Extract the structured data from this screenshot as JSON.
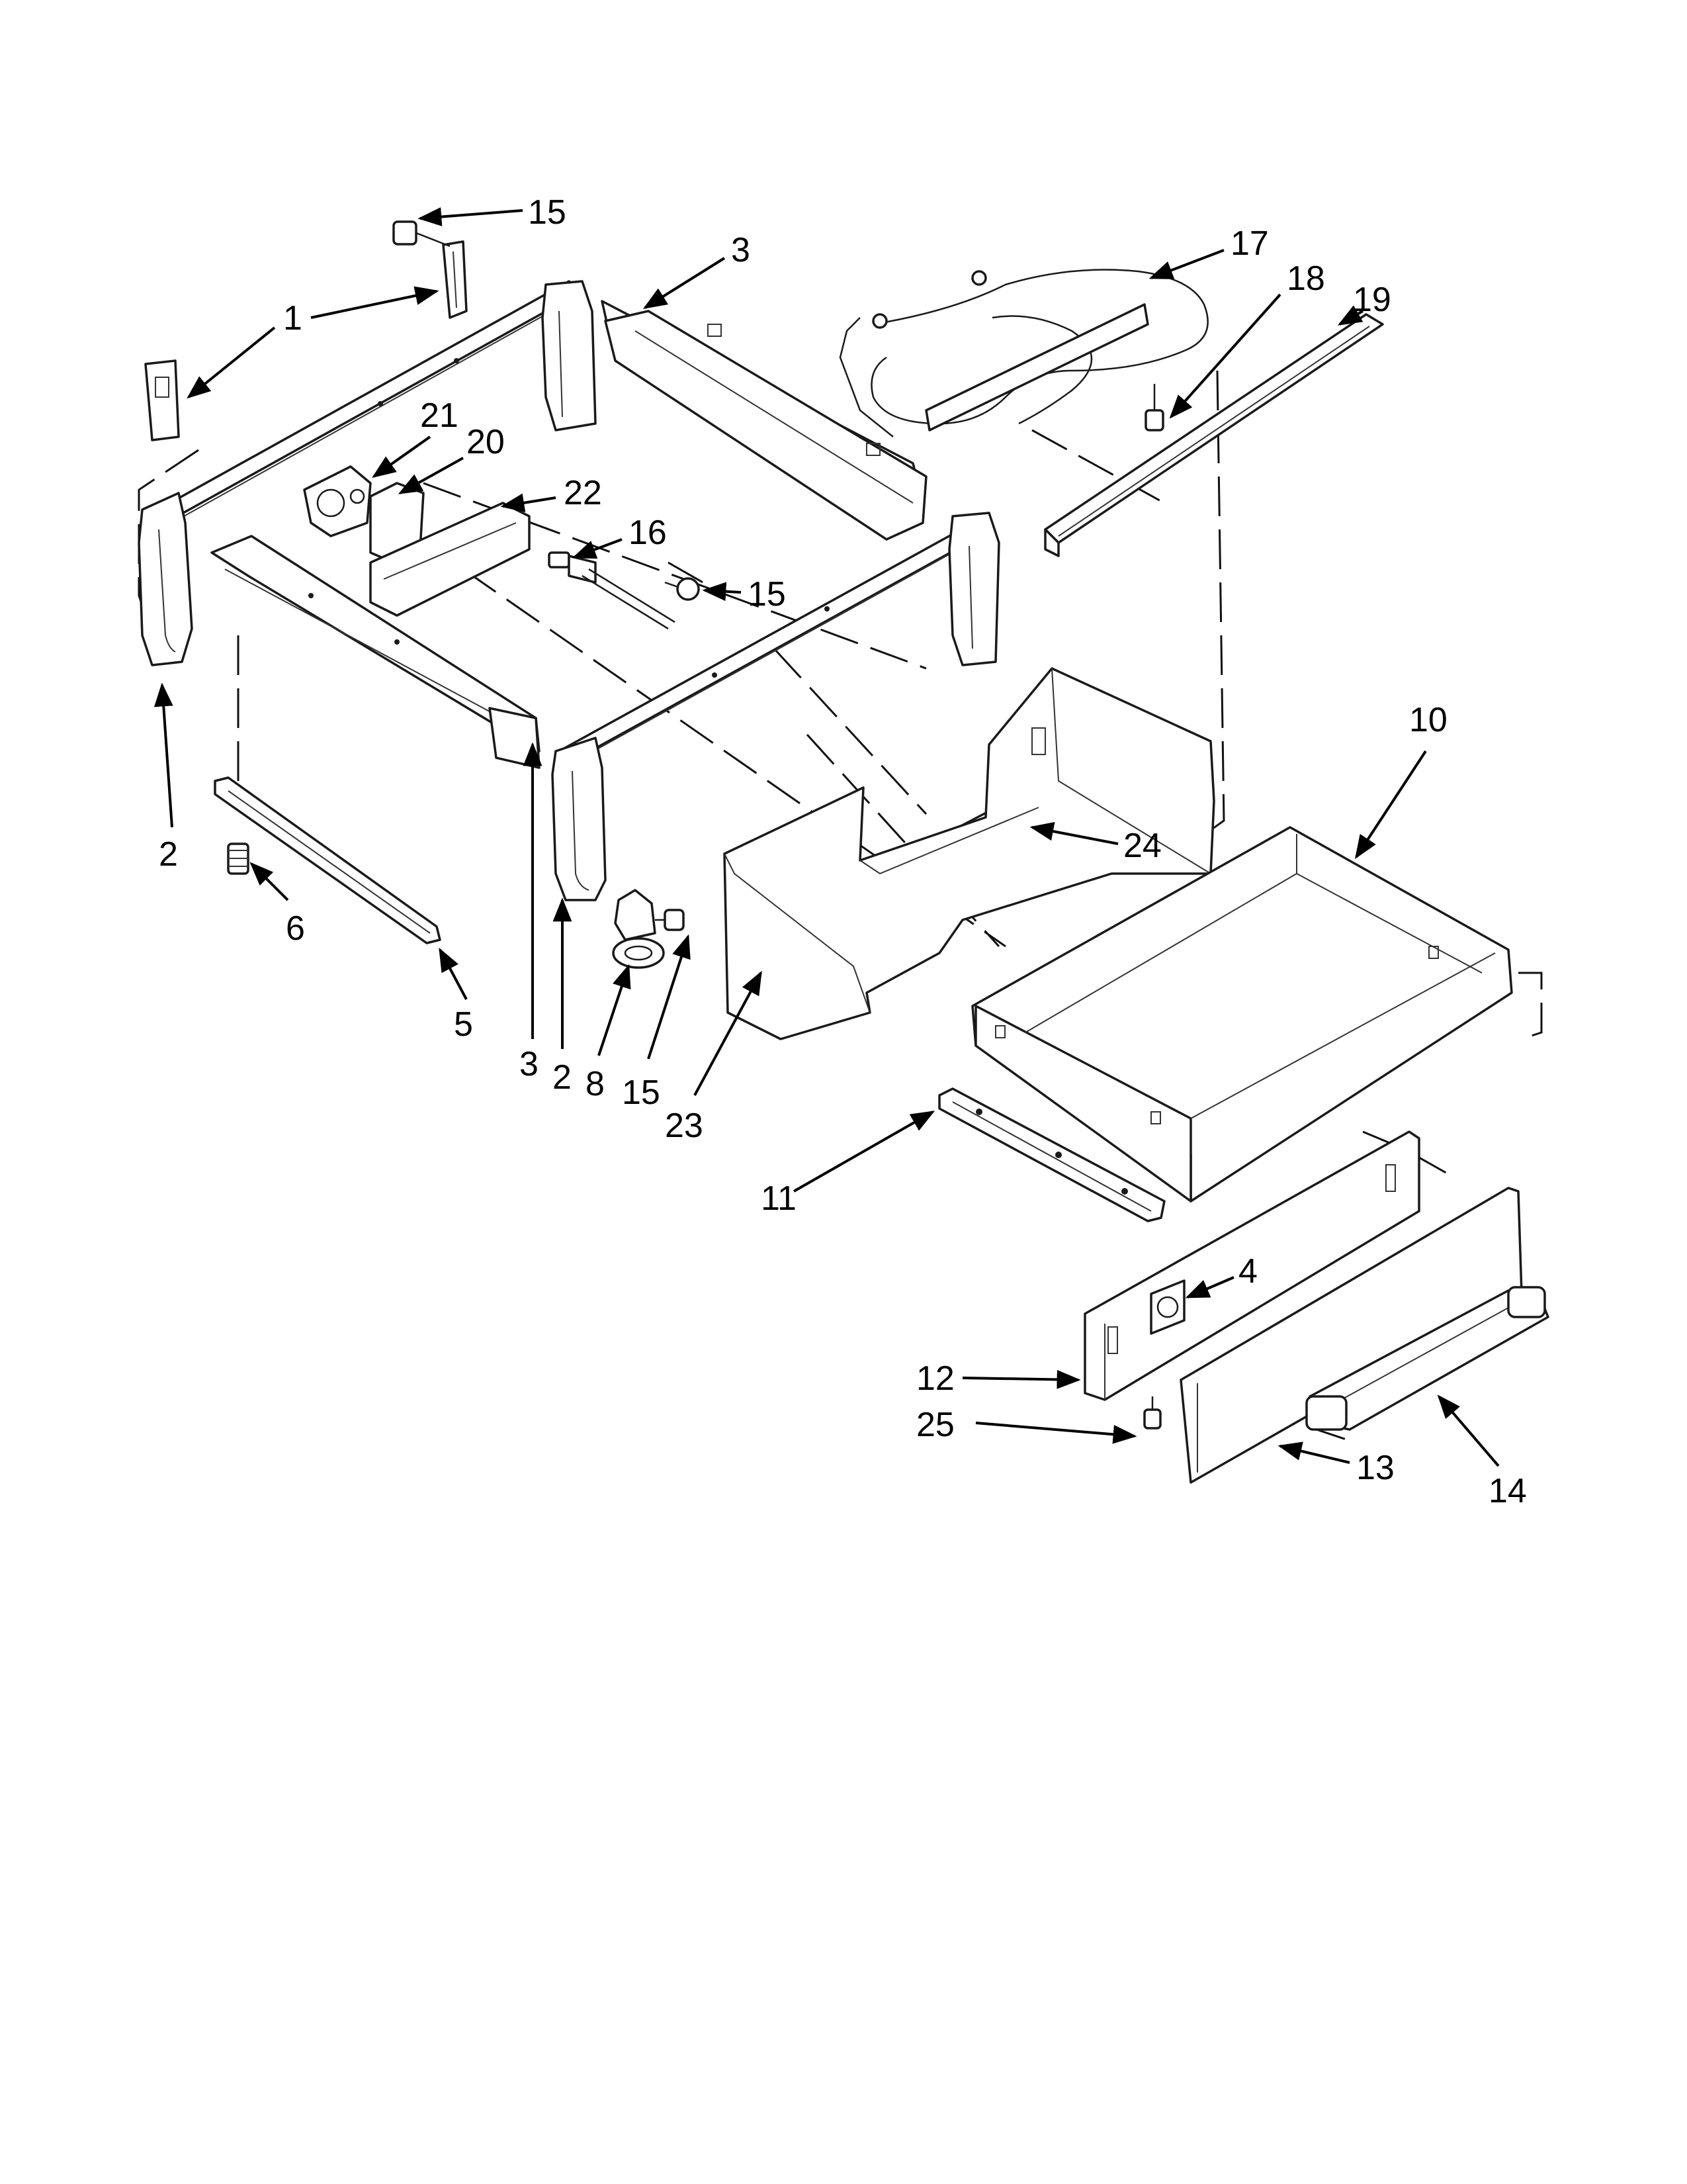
{
  "callouts": [
    {
      "id": "c15a",
      "label": "15"
    },
    {
      "id": "c1",
      "label": "1"
    },
    {
      "id": "c3a",
      "label": "3"
    },
    {
      "id": "c17",
      "label": "17"
    },
    {
      "id": "c18",
      "label": "18"
    },
    {
      "id": "c19",
      "label": "19"
    },
    {
      "id": "c21",
      "label": "21"
    },
    {
      "id": "c20",
      "label": "20"
    },
    {
      "id": "c22",
      "label": "22"
    },
    {
      "id": "c16",
      "label": "16"
    },
    {
      "id": "c15b",
      "label": "15"
    },
    {
      "id": "c10",
      "label": "10"
    },
    {
      "id": "c24",
      "label": "24"
    },
    {
      "id": "c2a",
      "label": "2"
    },
    {
      "id": "c6",
      "label": "6"
    },
    {
      "id": "c5",
      "label": "5"
    },
    {
      "id": "c3b",
      "label": "3"
    },
    {
      "id": "c2b",
      "label": "2"
    },
    {
      "id": "c8",
      "label": "8"
    },
    {
      "id": "c15c",
      "label": "15"
    },
    {
      "id": "c23",
      "label": "23"
    },
    {
      "id": "c11",
      "label": "11"
    },
    {
      "id": "c4",
      "label": "4"
    },
    {
      "id": "c12",
      "label": "12"
    },
    {
      "id": "c25",
      "label": "25"
    },
    {
      "id": "c13",
      "label": "13"
    },
    {
      "id": "c14",
      "label": "14"
    }
  ]
}
